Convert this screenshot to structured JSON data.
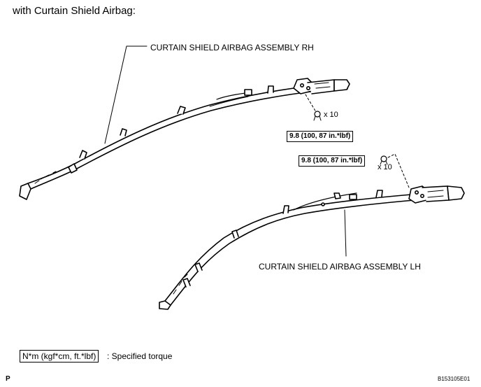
{
  "heading": "with Curtain Shield Airbag:",
  "parts": {
    "rh_label": "CURTAIN SHIELD AIRBAG ASSEMBLY RH",
    "lh_label": "CURTAIN SHIELD AIRBAG ASSEMBLY LH"
  },
  "fasteners": {
    "rh": {
      "torque": "9.8 (100, 87 in.*lbf)",
      "quantity": "x 10"
    },
    "lh": {
      "torque": "9.8 (100, 87 in.*lbf)",
      "quantity": "x 10"
    }
  },
  "legend": {
    "unit_box": "N*m (kgf*cm, ft.*lbf)",
    "description": ": Specified torque"
  },
  "footer": {
    "page_letter": "P",
    "figure_code": "B153105E01"
  }
}
